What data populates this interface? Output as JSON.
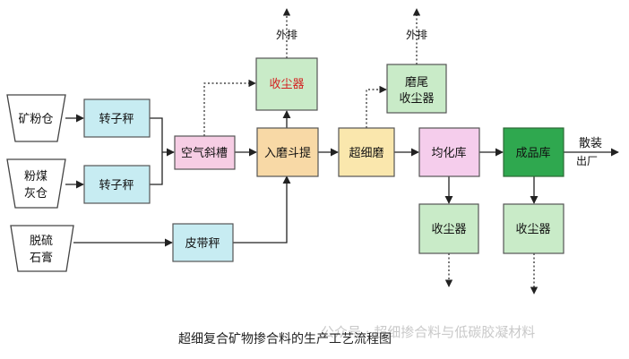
{
  "nodes": {
    "mine_silo": "矿粉仓",
    "coal_silo_1": "粉煤",
    "coal_silo_2": "灰仓",
    "gypsum_1": "脱硫",
    "gypsum_2": "石膏",
    "rotor_scale_1": "转子秤",
    "rotor_scale_2": "转子秤",
    "belt_scale": "皮带秤",
    "air_chute": "空气斜槽",
    "mill_hoist": "入磨斗提",
    "dust_collector_top": "收尘器",
    "ultrafine_mill": "超细磨",
    "mill_tail_dust_1": "磨尾",
    "mill_tail_dust_2": "收尘器",
    "homogenizer": "均化库",
    "product_silo": "成品库",
    "dust_collector_homog": "收尘器",
    "dust_collector_product": "收尘器"
  },
  "labels": {
    "exhaust_1": "外排",
    "exhaust_2": "外排",
    "bulk_1": "散装",
    "bulk_2": "出厂"
  },
  "caption": "超细复合矿物掺合料的生产工艺流程图",
  "watermark": "公众号 · 超细掺合料与低碳胶凝材料",
  "colors": {
    "silo_fill": "#ffffff",
    "scale_fill": "#c7ecf2",
    "chute_fill": "#f6cde4",
    "hoist_fill": "#f8d9a6",
    "dust_fill": "#c9ebc8",
    "mill_fill": "#fae7ad",
    "homog_fill": "#f5cdec",
    "product_fill": "#2fa84f",
    "dust_text": "#d42020"
  }
}
